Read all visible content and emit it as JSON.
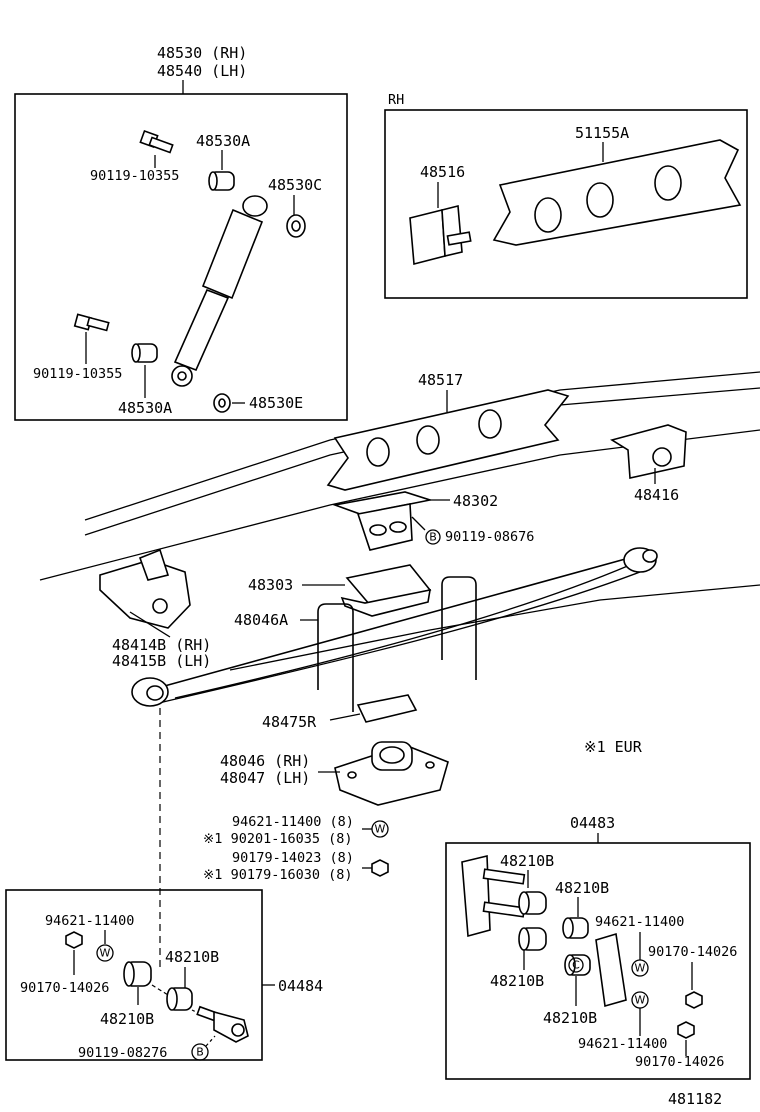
{
  "labels": {
    "shock_rh": "48530 (RH)",
    "shock_lh": "48540 (LH)",
    "bushing_a_top": "48530A",
    "bolt_top": "90119-10355",
    "washer_c": "48530C",
    "bolt_bottom": "90119-10355",
    "bushing_a_bottom": "48530A",
    "washer_e": "48530E",
    "rh_box_title": "RH",
    "crossmember_rh": "51155A",
    "bracket_48516": "48516",
    "crossmember_48517": "48517",
    "bracket_48416": "48416",
    "seat_48302": "48302",
    "bolt_08676": "90119-08676",
    "bumper_48303": "48303",
    "ubolt_48046a": "48046A",
    "hanger_rh": "48414B (RH)",
    "hanger_lh": "48415B (LH)",
    "plate_48475r": "48475R",
    "spring_seat_rh": "48046 (RH)",
    "spring_seat_lh": "48047 (LH)",
    "eur_note": "※1 EUR",
    "nut_list_1": "94621-11400 (8)",
    "nut_list_2": "※1 90201-16035 (8)",
    "nut_list_3": "90179-14023 (8)",
    "nut_list_4": "※1 90179-16030 (8)",
    "kit_04483": "04483",
    "kit_04483_bush_1": "48210B",
    "kit_04483_bush_2": "48210B",
    "kit_04483_bush_3": "48210B",
    "kit_04483_bush_4": "48210B",
    "kit_04483_washer_1": "94621-11400",
    "kit_04483_nut_1": "90170-14026",
    "kit_04483_washer_2": "94621-11400",
    "kit_04483_nut_2": "90170-14026",
    "kit_04484": "04484",
    "kit_04484_washer": "94621-11400",
    "kit_04484_nut": "90170-14026",
    "kit_04484_bush_1": "48210B",
    "kit_04484_bush_2": "48210B",
    "kit_04484_bolt": "90119-08276",
    "diagram_number": "481182"
  },
  "symbols": {
    "b": "B",
    "w": "W",
    "c": "C"
  }
}
